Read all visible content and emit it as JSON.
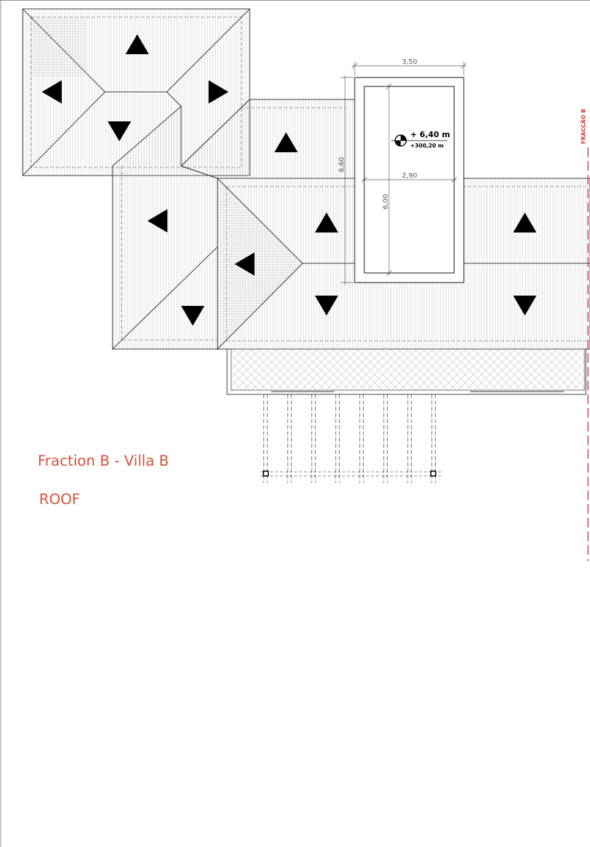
{
  "drawing": {
    "title": "Fraction B - Villa B",
    "subtitle": "ROOF",
    "boundary_label": "FRACÇÃO B",
    "label_color": "#d9533b",
    "boundary_color": "#e03030"
  },
  "pool": {
    "outer_width": "3,50",
    "outer_length": "6,60",
    "inner_width": "2,90",
    "inner_length": "6,00",
    "level": "+ 6,40 m",
    "absolute_level": "+300,20 m"
  },
  "slope_arrows": [
    {
      "id": "a1",
      "direction": "up"
    },
    {
      "id": "a2",
      "direction": "left"
    },
    {
      "id": "a3",
      "direction": "right"
    },
    {
      "id": "a4",
      "direction": "down"
    },
    {
      "id": "a5",
      "direction": "up"
    },
    {
      "id": "a6",
      "direction": "left"
    },
    {
      "id": "a7",
      "direction": "down"
    },
    {
      "id": "a8",
      "direction": "up"
    },
    {
      "id": "a9",
      "direction": "left"
    },
    {
      "id": "a10",
      "direction": "down"
    },
    {
      "id": "a11",
      "direction": "up"
    },
    {
      "id": "a12",
      "direction": "down"
    }
  ]
}
